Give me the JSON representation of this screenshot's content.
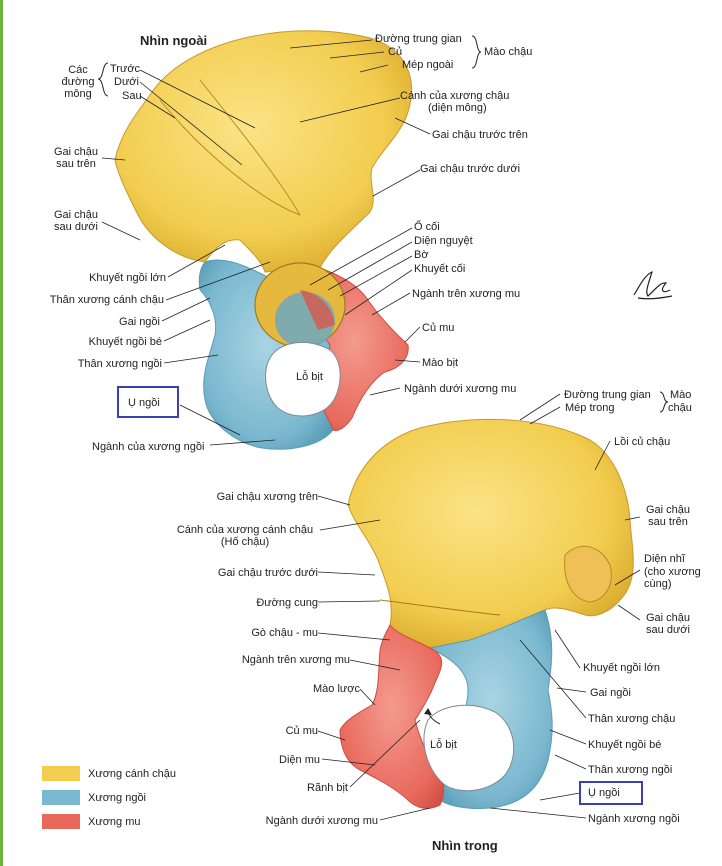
{
  "views": {
    "external": {
      "title": "Nhìn ngoài"
    },
    "internal": {
      "title": "Nhìn trong"
    }
  },
  "colors": {
    "ilium": "#f2cd4f",
    "ischium": "#7ab8cf",
    "pubis": "#e9685c",
    "highlight_box": "#3b3fb6"
  },
  "external_labels": {
    "duong_trung_gian": "Đường trung gian",
    "cu": "Củ",
    "mep_ngoai": "Mép ngoài",
    "mao_chau": "Mào chậu",
    "cac_duong_mong_1": "Các",
    "cac_duong_mong_2": "đường",
    "cac_duong_mong_3": "mông",
    "truoc": "Trước",
    "duoi": "Dưới",
    "sau": "Sau",
    "canh_xuong_chau_1": "Cánh của xương chậu",
    "canh_xuong_chau_2": "(diện mông)",
    "gai_chau_truoc_tren": "Gai chậu trước trên",
    "gai_chau_sau_tren_1": "Gai chậu",
    "gai_chau_sau_tren_2": "sau trên",
    "gai_chau_truoc_duoi": "Gai chậu trước dưới",
    "gai_chau_sau_duoi_1": "Gai chậu",
    "gai_chau_sau_duoi_2": "sau dưới",
    "o_coi": "Ổ cối",
    "dien_nguyet": "Diện nguyệt",
    "bo": "Bờ",
    "khuyet_coi": "Khuyết cối",
    "khuyet_ngoi_lon": "Khuyết ngồi lớn",
    "than_xuong_canh_chau": "Thân xương cánh chậu",
    "nganh_tren_xuong_mu": "Ngành trên xương mu",
    "gai_ngoi": "Gai ngồi",
    "cu_mu": "Củ mu",
    "khuyet_ngoi_be": "Khuyết ngồi bé",
    "mao_bit": "Mào bịt",
    "than_xuong_ngoi": "Thân xương ngồi",
    "lo_bit": "Lỗ bịt",
    "nganh_duoi_xuong_mu": "Ngành dưới xương mu",
    "u_ngoi": "Ụ ngồi",
    "nganh_cua_xuong_ngoi": "Ngành của xương ngồi"
  },
  "internal_labels": {
    "duong_trung_gian": "Đường trung gian",
    "mep_trong": "Mép trong",
    "mao_chau_1": "Mào",
    "mao_chau_2": "chậu",
    "loi_cu_chau": "Lồi củ chậu",
    "gai_chau_xuong_tren": "Gai chậu xương trên",
    "gai_chau_sau_tren_1": "Gai chậu",
    "gai_chau_sau_tren_2": "sau trên",
    "canh_1": "Cánh của xương cánh chậu",
    "canh_2": "(Hố chậu)",
    "dien_nhi_1": "Diện nhĩ",
    "dien_nhi_2": "(cho xương",
    "dien_nhi_3": "cùng)",
    "gai_chau_truoc_duoi": "Gai chậu trước dưới",
    "duong_cung": "Đường cung",
    "gai_chau_sau_duoi_1": "Gai chậu",
    "gai_chau_sau_duoi_2": "sau dưới",
    "go_chau_mu": "Gò chậu - mu",
    "nganh_tren_xuong_mu": "Ngành trên xương mu",
    "khuyet_ngoi_lon": "Khuyết ngồi lớn",
    "gai_ngoi": "Gai ngồi",
    "mao_luoc": "Mào lược",
    "than_xuong_chau": "Thân xương chậu",
    "cu_mu": "Củ mu",
    "khuyet_ngoi_be": "Khuyết ngồi bé",
    "lo_bit": "Lỗ bịt",
    "dien_mu": "Diện mu",
    "than_xuong_ngoi": "Thân xương ngồi",
    "ranh_bit": "Rãnh bịt",
    "u_ngoi": "Ụ ngồi",
    "nganh_duoi_xuong_mu": "Ngành dưới xương mu",
    "nganh_xuong_ngoi": "Ngành xương ngồi"
  },
  "legend": [
    {
      "label": "Xương cánh chậu",
      "color": "#f2cd4f"
    },
    {
      "label": "Xương ngồi",
      "color": "#7ab8cf"
    },
    {
      "label": "Xương mu",
      "color": "#e9685c"
    }
  ],
  "signature": "F. Netter"
}
